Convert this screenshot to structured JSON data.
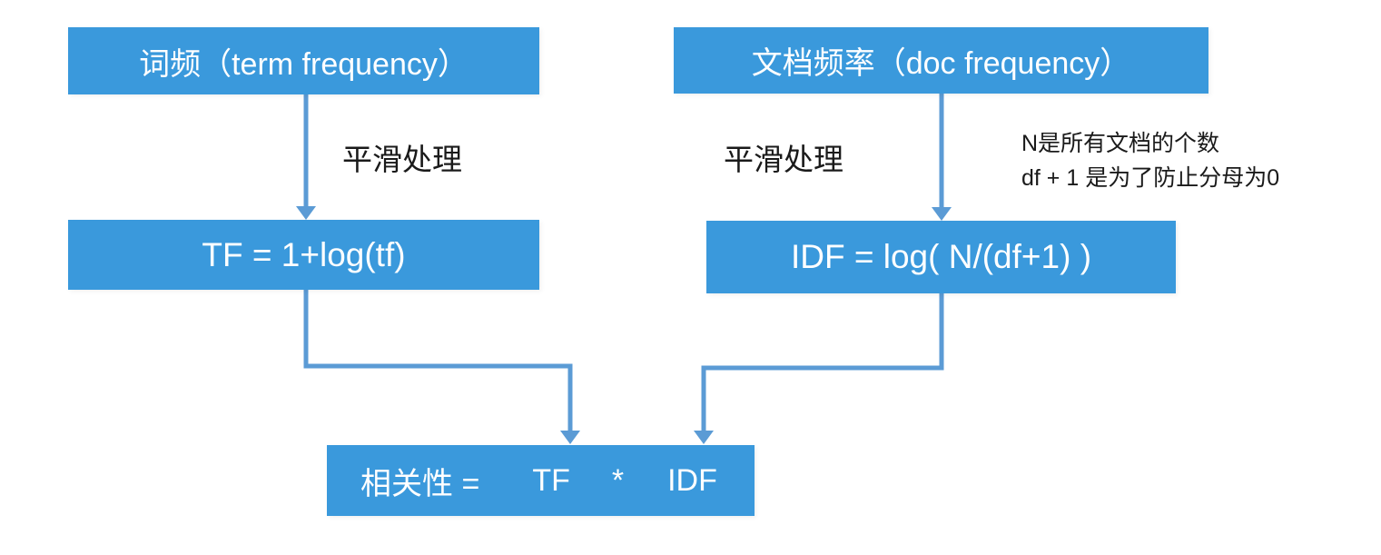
{
  "colors": {
    "box_blue": "#3A99DC",
    "arrow_blue": "#5B9BD5",
    "box_text": "#FFFFFF",
    "label_text": "#1A1A1A",
    "background": "#FFFFFF"
  },
  "diagram": {
    "boxes": {
      "term_frequency": {
        "label": "词频（term frequency）"
      },
      "doc_frequency": {
        "label": "文档频率（doc frequency）"
      },
      "tf_formula": {
        "label": "TF = 1+log(tf)"
      },
      "idf_formula": {
        "label": "IDF = log( N/(df+1) )"
      },
      "relevance": {
        "prefix": "相关性 =",
        "tf": "TF",
        "operator": "*",
        "idf": "IDF"
      }
    },
    "labels": {
      "smoothing_left": "平滑处理",
      "smoothing_right": "平滑处理",
      "note_line1": "N是所有文档的个数",
      "note_line2": "df + 1 是为了防止分母为0"
    }
  }
}
